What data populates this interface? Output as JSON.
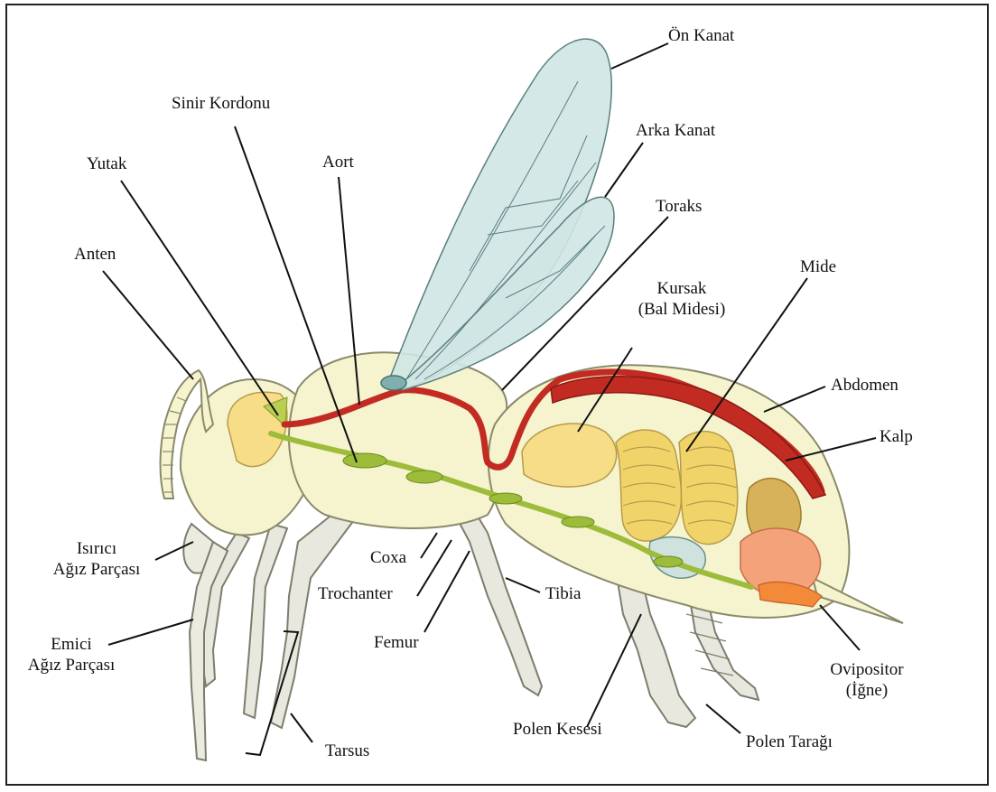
{
  "diagram": {
    "labels": {
      "on_kanat": "Ön Kanat",
      "arka_kanat": "Arka Kanat",
      "sinir_kordonu": "Sinir Kordonu",
      "toraks": "Toraks",
      "aort": "Aort",
      "yutak": "Yutak",
      "mide": "Mide",
      "kursak": "Kursak",
      "kursak_sub": "(Bal Midesi)",
      "anten": "Anten",
      "abdomen": "Abdomen",
      "kalp": "Kalp",
      "isirici": "Isırıcı",
      "isirici_sub": "Ağız Parçası",
      "coxa": "Coxa",
      "trochanter": "Trochanter",
      "tibia": "Tibia",
      "femur": "Femur",
      "emici": "Emici",
      "emici_sub": "Ağız Parçası",
      "ovipositor": "Ovipositor",
      "ovipositor_sub": "(İğne)",
      "polen_kesesi": "Polen Kesesi",
      "polen_taragi": "Polen Tarağı",
      "tarsus": "Tarsus"
    },
    "colors": {
      "wing": "#cfe6e4",
      "body": "#f6f3cf",
      "aorta": "#c22b22",
      "nerve": "#9cbc3a",
      "crop": "#f8dd88",
      "gut": "#f1d469",
      "sting_gland": "#f4a27a"
    }
  }
}
